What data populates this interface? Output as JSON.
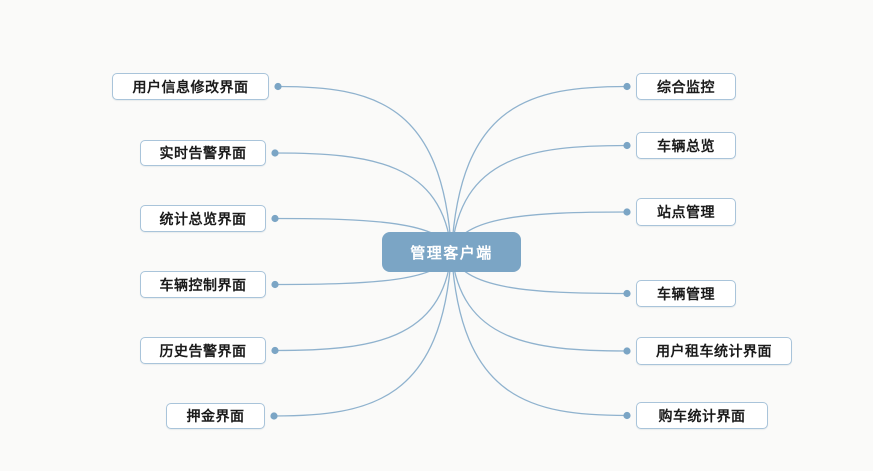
{
  "diagram": {
    "type": "mindmap",
    "center": {
      "label": "管理客户端"
    },
    "left_nodes": [
      {
        "label": "用户信息修改界面"
      },
      {
        "label": "实时告警界面"
      },
      {
        "label": "统计总览界面"
      },
      {
        "label": "车辆控制界面"
      },
      {
        "label": "历史告警界面"
      },
      {
        "label": "押金界面"
      }
    ],
    "right_nodes": [
      {
        "label": "综合监控"
      },
      {
        "label": "车辆总览"
      },
      {
        "label": "站点管理"
      },
      {
        "label": "车辆管理"
      },
      {
        "label": "用户租车统计界面"
      },
      {
        "label": "购车统计界面"
      }
    ],
    "colors": {
      "background": "#fafaf9",
      "center_fill": "#7ba5c5",
      "center_text": "#ffffff",
      "node_fill": "#ffffff",
      "node_border": "#a9c4da",
      "node_text": "#1a1a1a",
      "line": "#8fb2ce",
      "dot": "#7ba5c5"
    }
  }
}
